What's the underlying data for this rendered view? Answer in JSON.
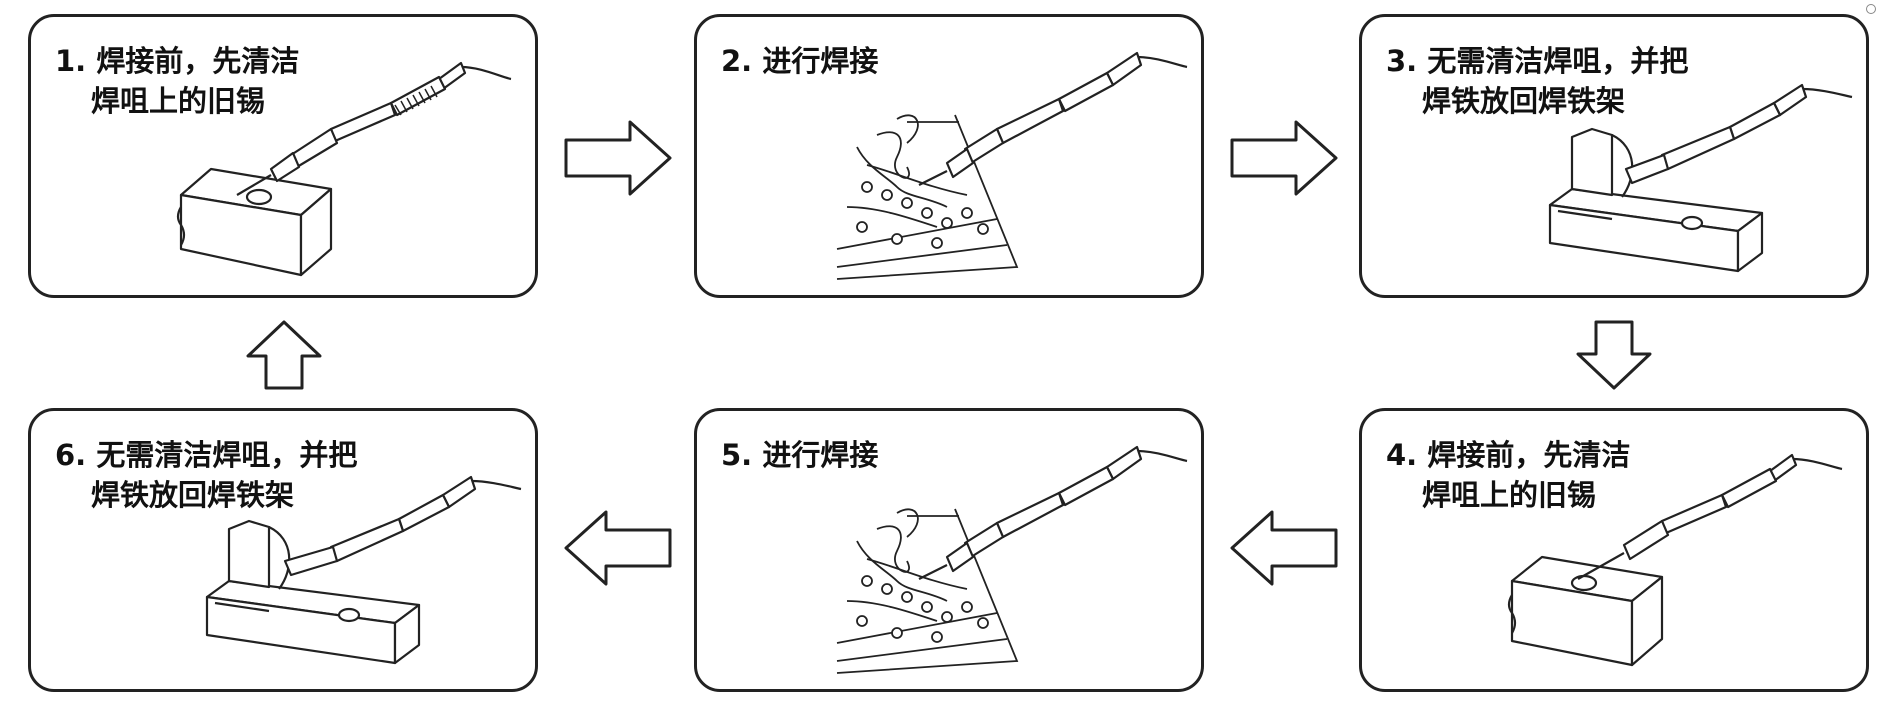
{
  "steps": [
    {
      "number": "1.",
      "line1": "焊接前，先清洁",
      "line2": "焊咀上的旧锡",
      "scene": "cleaning-sponge"
    },
    {
      "number": "2.",
      "line1": "进行焊接",
      "line2": "",
      "scene": "soldering-board"
    },
    {
      "number": "3.",
      "line1": "无需清洁焊咀，并把",
      "line2": "焊铁放回焊铁架",
      "scene": "iron-stand"
    },
    {
      "number": "4.",
      "line1": "焊接前，先清洁",
      "line2": "焊咀上的旧锡",
      "scene": "cleaning-sponge"
    },
    {
      "number": "5.",
      "line1": "进行焊接",
      "line2": "",
      "scene": "soldering-board"
    },
    {
      "number": "6.",
      "line1": "无需清洁焊咀，并把",
      "line2": "焊铁放回焊铁架",
      "scene": "iron-stand"
    }
  ],
  "arrows": [
    "arrow-right",
    "arrow-right",
    "arrow-down",
    "arrow-left",
    "arrow-left",
    "arrow-up"
  ],
  "colors": {
    "line": "#222222",
    "background": "#ffffff"
  }
}
